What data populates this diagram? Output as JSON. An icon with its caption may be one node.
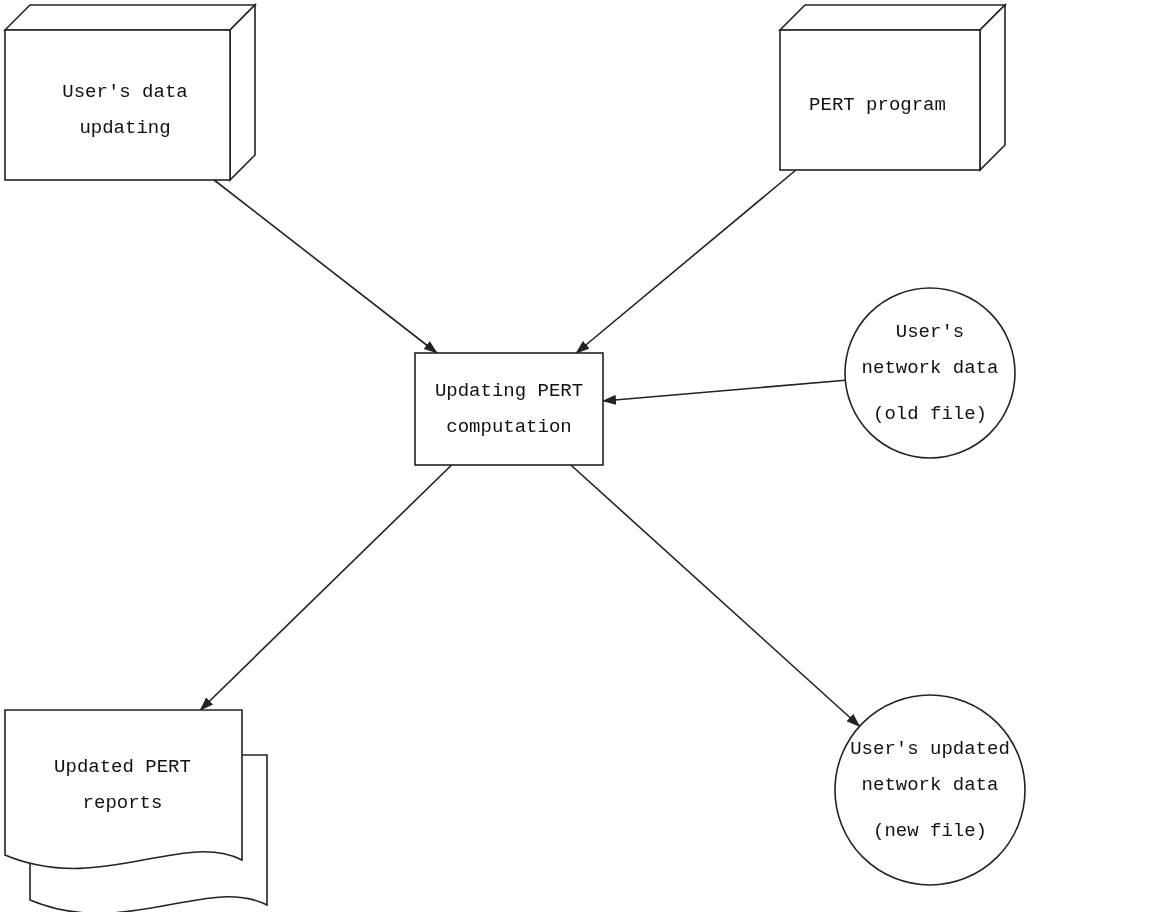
{
  "diagram": {
    "nodes": [
      {
        "text": [
          "User's data updating"
        ]
      },
      {
        "text": [
          "PERT program"
        ]
      },
      {
        "text": [
          "Updating PERT computation"
        ]
      },
      {
        "text": [
          "User's network data",
          "(old file)"
        ]
      },
      {
        "text": [
          "Updated PERT reports"
        ]
      },
      {
        "text": [
          "User's updated network data",
          "(new file)"
        ]
      }
    ],
    "edges": [
      {
        "from": 0,
        "to": 2,
        "arrow": "to"
      },
      {
        "from": 1,
        "to": 2,
        "arrow": "to"
      },
      {
        "from": 3,
        "to": 2,
        "arrow": "to"
      },
      {
        "from": 2,
        "to": 4,
        "arrow": "to"
      },
      {
        "from": 2,
        "to": 5,
        "arrow": "to"
      }
    ]
  }
}
